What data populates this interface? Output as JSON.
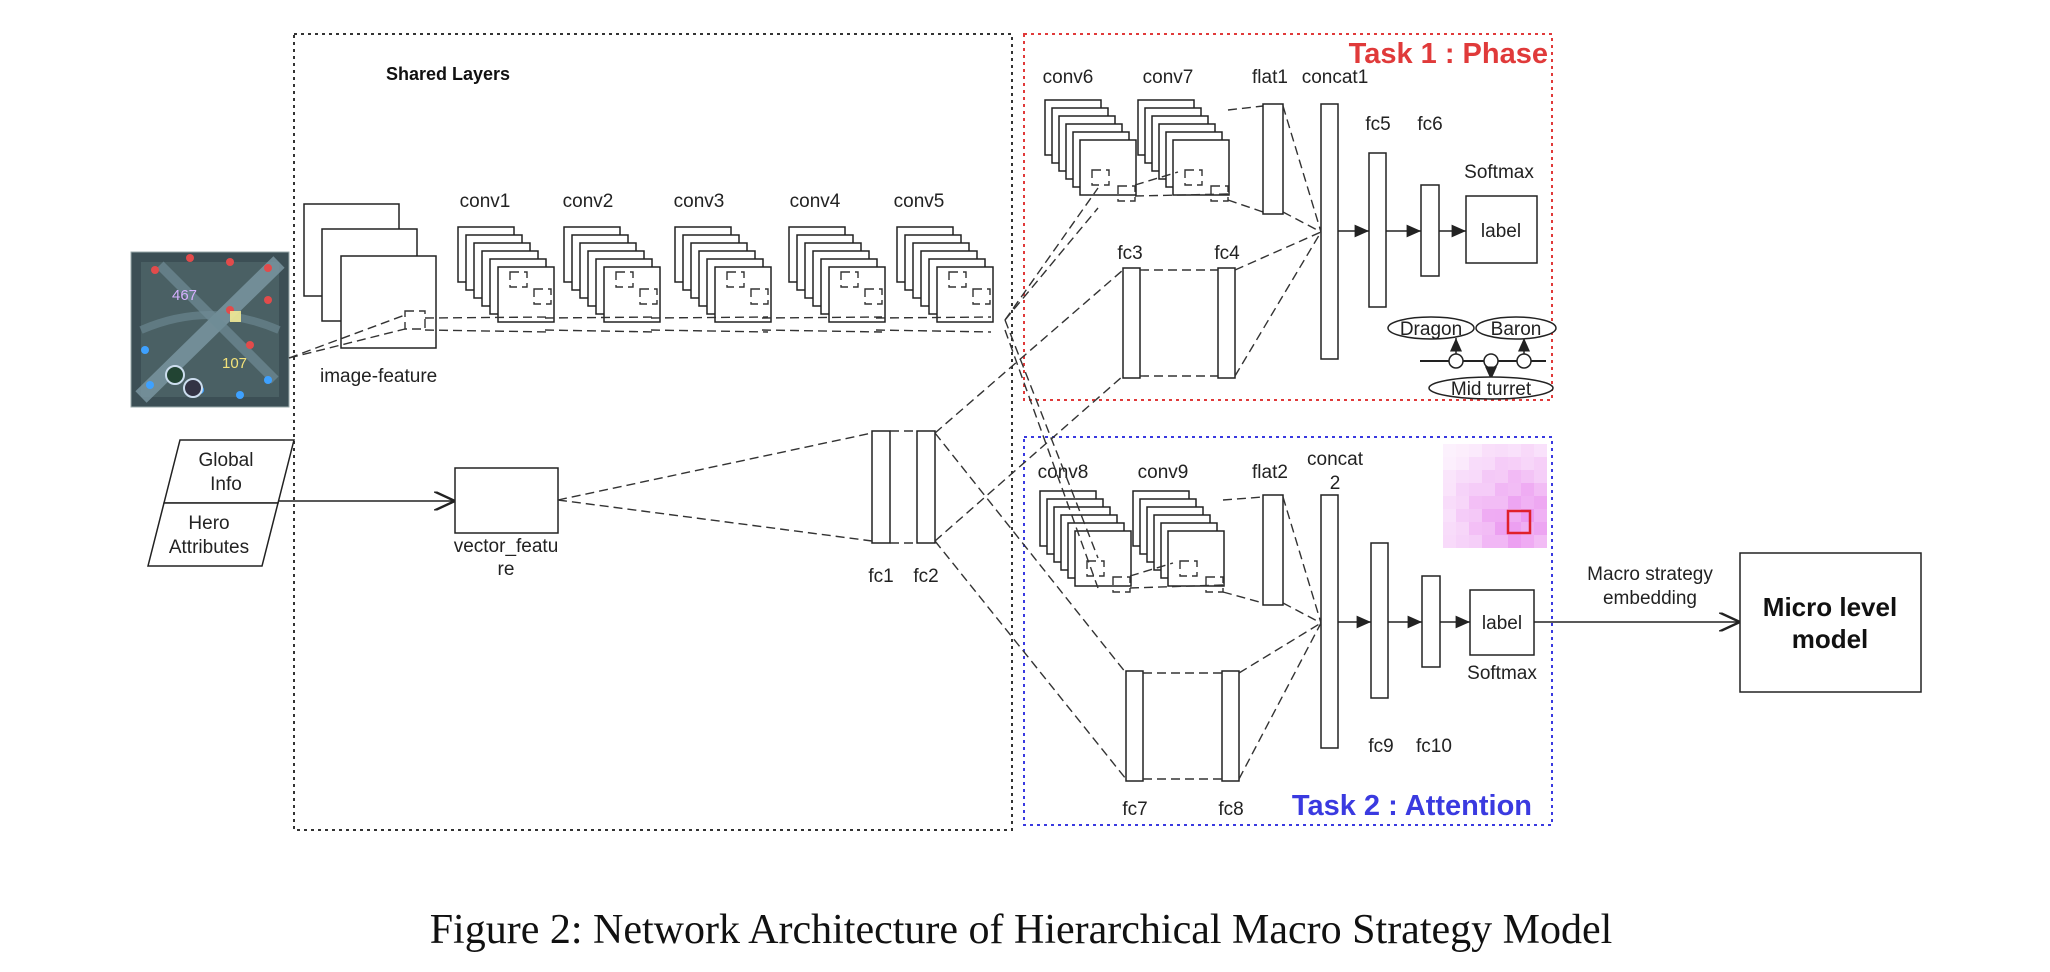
{
  "caption": "Figure 2: Network Architecture of Hierarchical Macro Strategy Model",
  "shared": {
    "title": "Shared Layers",
    "image_feature": "image-feature",
    "vector_feature_line1": "vector_featu",
    "vector_feature_line2": "re",
    "global_info_line1": "Global",
    "global_info_line2": "Info",
    "hero_attr_line1": "Hero",
    "hero_attr_line2": "Attributes",
    "conv_labels": [
      "conv1",
      "conv2",
      "conv3",
      "conv4",
      "conv5"
    ],
    "fc1": "fc1",
    "fc2": "fc2",
    "minimap_numbers": [
      "467",
      "107"
    ]
  },
  "task1": {
    "title": "Task 1 : Phase",
    "title_color": "#e03a3a",
    "conv6": "conv6",
    "conv7": "conv7",
    "flat1": "flat1",
    "concat1": "concat1",
    "fc3": "fc3",
    "fc4": "fc4",
    "fc5": "fc5",
    "fc6": "fc6",
    "softmax": "Softmax",
    "label": "label",
    "dragon": "Dragon",
    "baron": "Baron",
    "mid_turret": "Mid turret"
  },
  "task2": {
    "title": "Task 2 : Attention",
    "title_color": "#3a3ae0",
    "conv8": "conv8",
    "conv9": "conv9",
    "flat2": "flat2",
    "concat2_line1": "concat",
    "concat2_line2": "2",
    "fc7": "fc7",
    "fc8": "fc8",
    "fc9": "fc9",
    "fc10": "fc10",
    "softmax": "Softmax",
    "label": "label"
  },
  "output": {
    "embedding_line1": "Macro strategy",
    "embedding_line2": "embedding",
    "micro_line1": "Micro level",
    "micro_line2": "model"
  }
}
